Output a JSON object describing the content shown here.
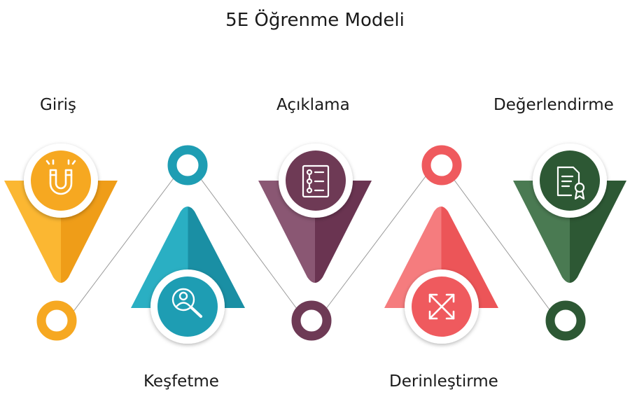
{
  "title": "5E Öğrenme Modeli",
  "stages": [
    {
      "label": "Giriş",
      "icon": "magnet-icon",
      "color": "#f6a821"
    },
    {
      "label": "Keşfetme",
      "icon": "user-search-icon",
      "color": "#1e9db3"
    },
    {
      "label": "Açıklama",
      "icon": "checklist-document-icon",
      "color": "#6e3a55"
    },
    {
      "label": "Derinleştirme",
      "icon": "expand-arrows-icon",
      "color": "#ef5a5e"
    },
    {
      "label": "Değerlendirme",
      "icon": "certificate-document-icon",
      "color": "#2d5834"
    }
  ]
}
